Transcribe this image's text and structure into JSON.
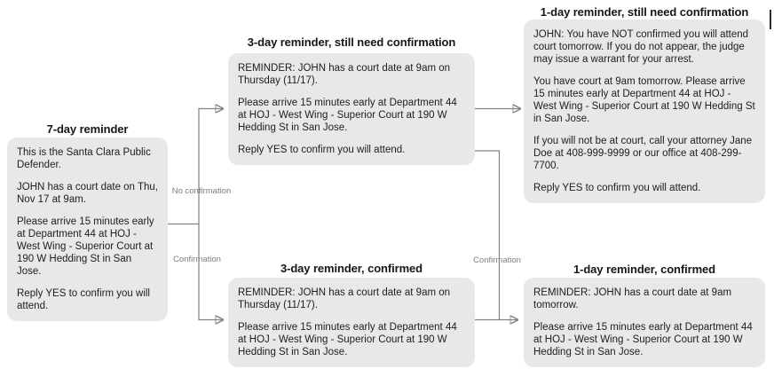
{
  "nodes": [
    {
      "id": "7-day-reminder",
      "title": "7-day reminder",
      "paragraphs": [
        "This is the Santa Clara Public Defender.",
        "JOHN has a court date on Thu, Nov 17 at 9am.",
        "Please arrive 15 minutes early at Department 44 at HOJ - West Wing - Superior Court at 190 W Hedding St in San Jose.",
        "Reply YES to confirm you will attend."
      ]
    },
    {
      "id": "3-day-reminder-unconfirmed",
      "title": "3-day reminder, still need confirmation",
      "paragraphs": [
        "REMINDER: JOHN has a court date at 9am on Thursday (11/17).",
        "Please arrive 15 minutes early at Department 44 at HOJ - West Wing - Superior Court at 190 W Hedding St in San Jose.",
        "Reply YES to confirm you will attend."
      ]
    },
    {
      "id": "3-day-reminder-confirmed",
      "title": "3-day reminder, confirmed",
      "paragraphs": [
        "REMINDER: JOHN has a court date at 9am on Thursday (11/17).",
        "Please arrive 15 minutes early at Department 44 at HOJ - West Wing - Superior Court at 190 W Hedding St in San Jose."
      ]
    },
    {
      "id": "1-day-reminder-unconfirmed",
      "title": "1-day reminder, still need confirmation",
      "paragraphs": [
        "JOHN: You have NOT confirmed you will attend court tomorrow. If you do not appear, the judge may issue a warrant for your arrest.",
        "You have court at 9am tomorrow. Please arrive 15 minutes early at Department 44 at HOJ - West Wing - Superior Court at 190 W Hedding St in San Jose.",
        "If you will not be at court, call your attorney Jane Doe at 408-999-9999 or our office at 408-299-7700.",
        "Reply YES to confirm you will attend."
      ]
    },
    {
      "id": "1-day-reminder-confirmed",
      "title": "1-day reminder, confirmed",
      "paragraphs": [
        "REMINDER: JOHN has a court date at 9am tomorrow.",
        "Please arrive 15 minutes early at Department 44 at HOJ - West Wing - Superior Court at 190 W Hedding St in San Jose."
      ]
    }
  ],
  "edge_labels": {
    "no_confirmation": "No confirmation",
    "confirmation_left": "Confirmation",
    "confirmation_right": "Confirmation"
  },
  "colors": {
    "background": "#ffffff",
    "bubble_fill": "#e8e8e8",
    "title_text": "#161616",
    "body_text": "#202020",
    "connector": "#828282",
    "edge_label_text": "#7e7e7e"
  }
}
